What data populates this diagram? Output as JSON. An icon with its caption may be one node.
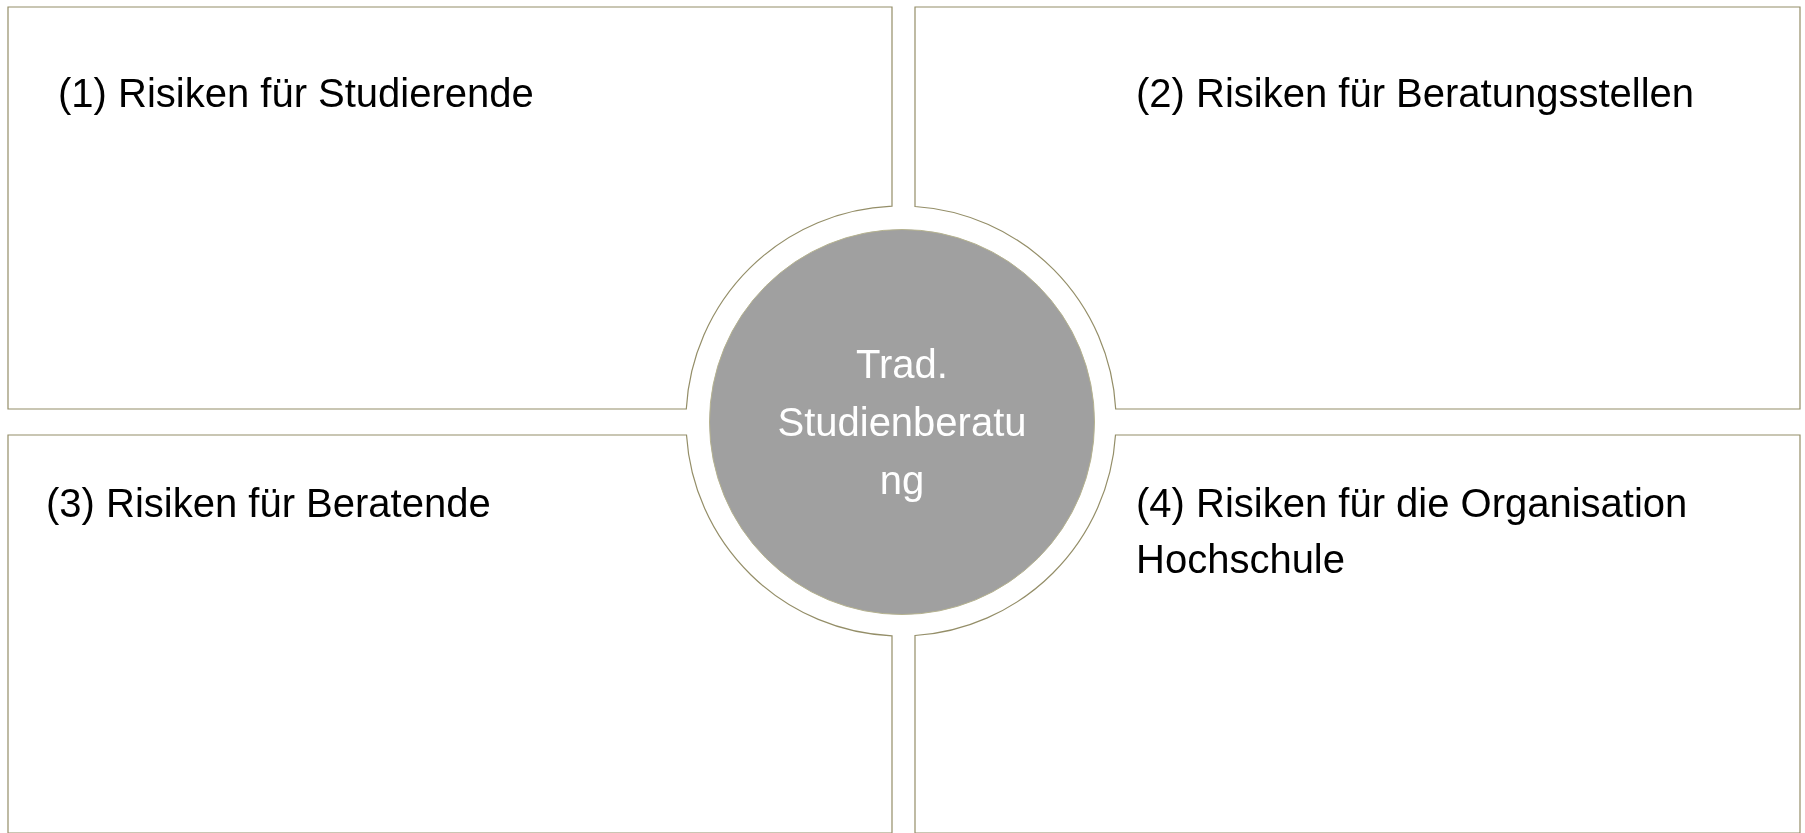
{
  "diagram": {
    "nodes": [
      {
        "text": [
          "(1) Risiken für Studierende"
        ]
      },
      {
        "text": [
          "(2) Risiken für Beratungsstellen"
        ]
      },
      {
        "text": [
          "(3) Risiken für Beratende"
        ]
      },
      {
        "text": [
          "(4) Risiken für die Organisation Hochschule"
        ]
      },
      {
        "text": [
          "Trad. Studienberatung"
        ]
      }
    ],
    "edges": []
  }
}
